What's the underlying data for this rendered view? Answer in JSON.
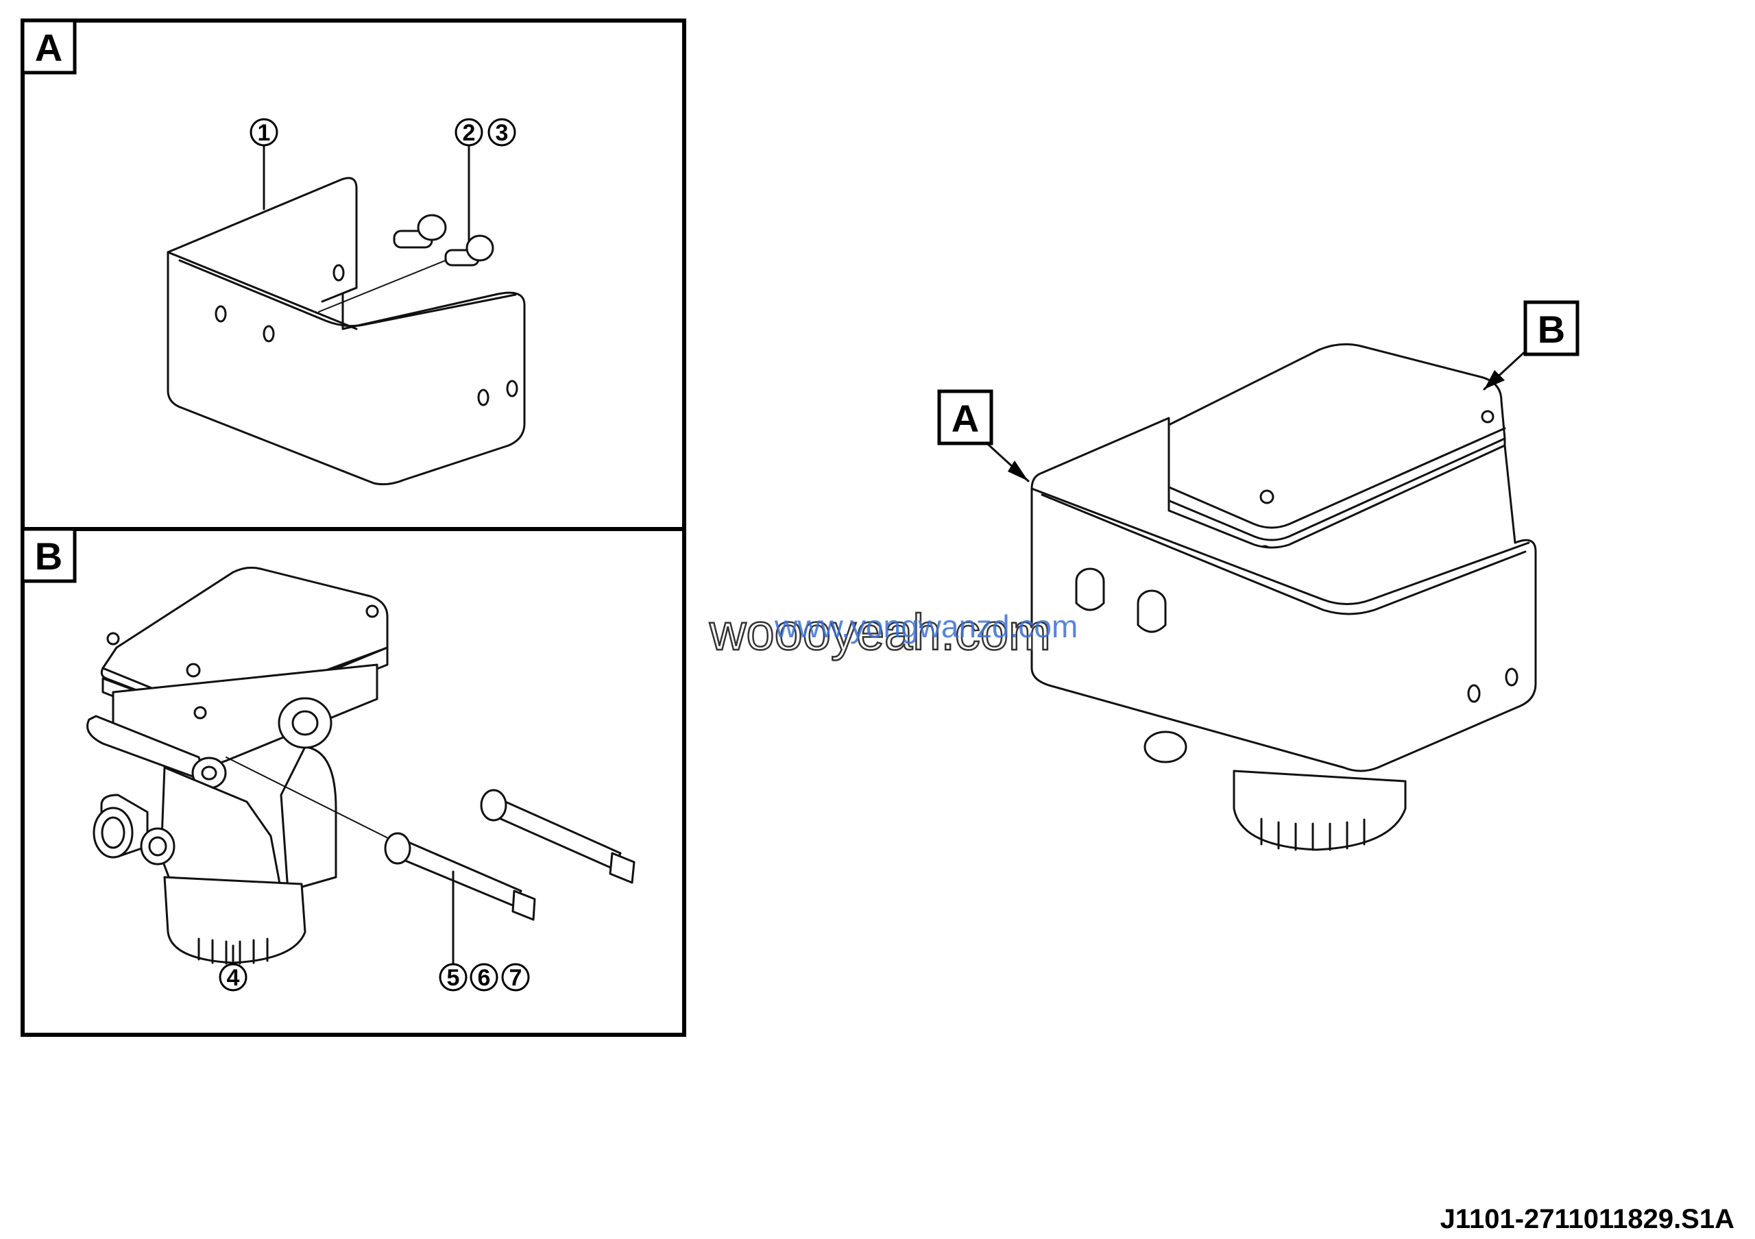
{
  "panels": {
    "a": {
      "tag": "A",
      "callouts": [
        "1",
        "2",
        "3"
      ]
    },
    "b": {
      "tag": "B",
      "callouts": [
        "4",
        "5",
        "6",
        "7"
      ]
    }
  },
  "assembly": {
    "tag_a": "A",
    "tag_b": "B"
  },
  "watermark": {
    "primary": "woooyeah.com",
    "secondary": "www.yongwanzd.com"
  },
  "document_id": "J1101-2711011829.S1A"
}
